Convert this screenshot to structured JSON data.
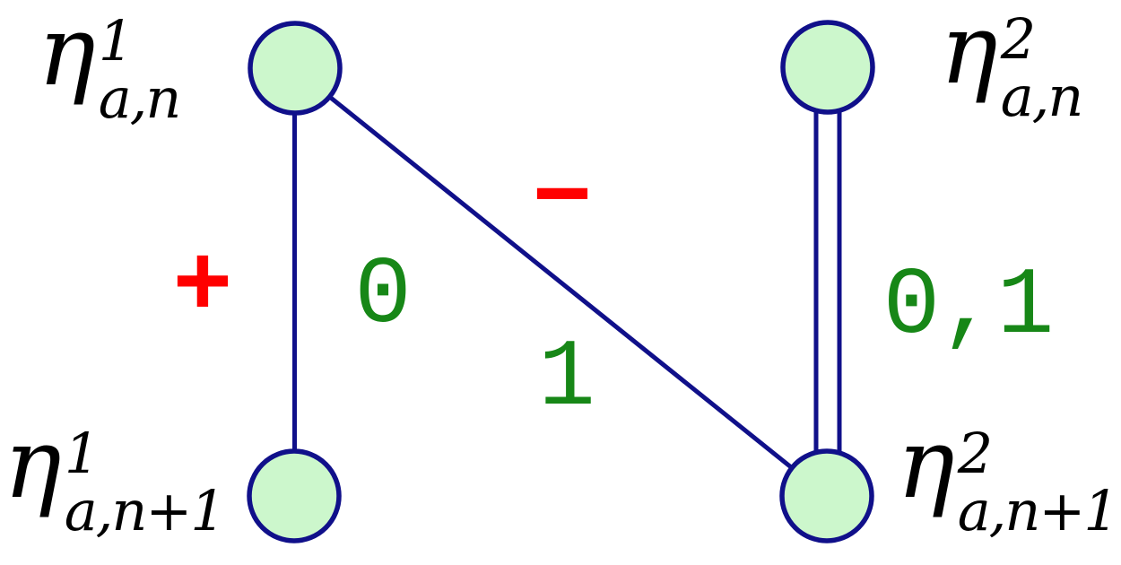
{
  "colors": {
    "background": "#ffffff",
    "edge": "#10108a",
    "node_fill": "#ccf7cc",
    "node_stroke": "#10108a",
    "sign": "#ff0000",
    "weight": "#178717",
    "node_label": "#000000"
  },
  "nodes": [
    {
      "id": "eta-1-n",
      "symbol": "η",
      "sup": "1",
      "sub": "a,n",
      "position": "top-left"
    },
    {
      "id": "eta-2-n",
      "symbol": "η",
      "sup": "2",
      "sub": "a,n",
      "position": "top-right"
    },
    {
      "id": "eta-1-n1",
      "symbol": "η",
      "sup": "1",
      "sub": "a,n+1",
      "position": "bottom-left"
    },
    {
      "id": "eta-2-n1",
      "symbol": "η",
      "sup": "2",
      "sub": "a,n+1",
      "position": "bottom-right"
    }
  ],
  "edges": [
    {
      "from": "eta-1-n",
      "to": "eta-1-n1",
      "type": "single",
      "sign": "+",
      "weight": "0"
    },
    {
      "from": "eta-1-n",
      "to": "eta-2-n1",
      "type": "single",
      "sign": "−",
      "weight": "1"
    },
    {
      "from": "eta-2-n",
      "to": "eta-2-n1",
      "type": "double",
      "sign": "",
      "weight": "0,1"
    }
  ]
}
